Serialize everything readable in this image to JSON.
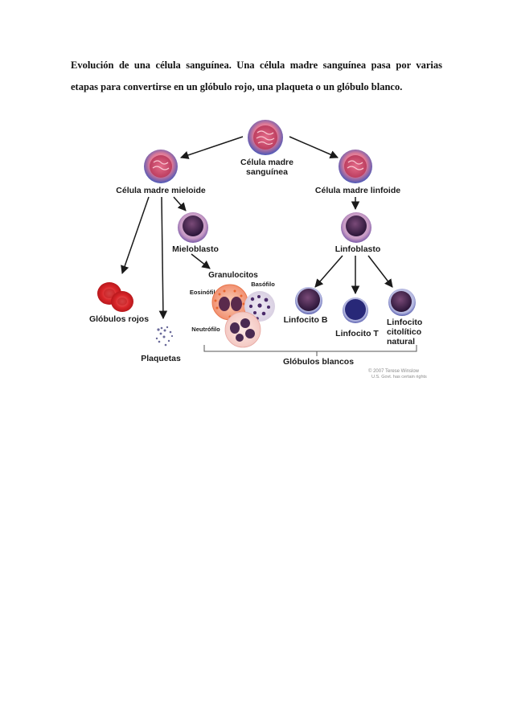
{
  "caption": {
    "line1": "Evolución de una célula sanguínea. Una célula madre sanguínea pasa por varias",
    "line2": "etapas para convertirse en un glóbulo rojo, una plaqueta o un glóbulo blanco."
  },
  "figure": {
    "stem_cell_line1": "Célula madre",
    "stem_cell_line2": "sanguínea",
    "myeloid_stem_cell": "Célula madre mieloide",
    "lymphoid_stem_cell": "Célula madre linfoide",
    "myeloblast": "Mieloblasto",
    "lymphoblast": "Linfoblasto",
    "granulocytes": "Granulocitos",
    "eosinophil": "Eosinófilo",
    "basophil": "Basófilo",
    "neutrophil": "Neutrófilo",
    "red_blood_cells": "Glóbulos rojos",
    "platelets": "Plaquetas",
    "b_lymphocyte": "Linfocito B",
    "t_lymphocyte": "Linfocito T",
    "nk_line1": "Linfocito",
    "nk_line2": "citolítico",
    "nk_line3": "natural",
    "white_blood_cells": "Glóbulos blancos",
    "credit_line1": "© 2007 Terese Winslow",
    "credit_line2": "U.S. Govt. has certain rights"
  }
}
